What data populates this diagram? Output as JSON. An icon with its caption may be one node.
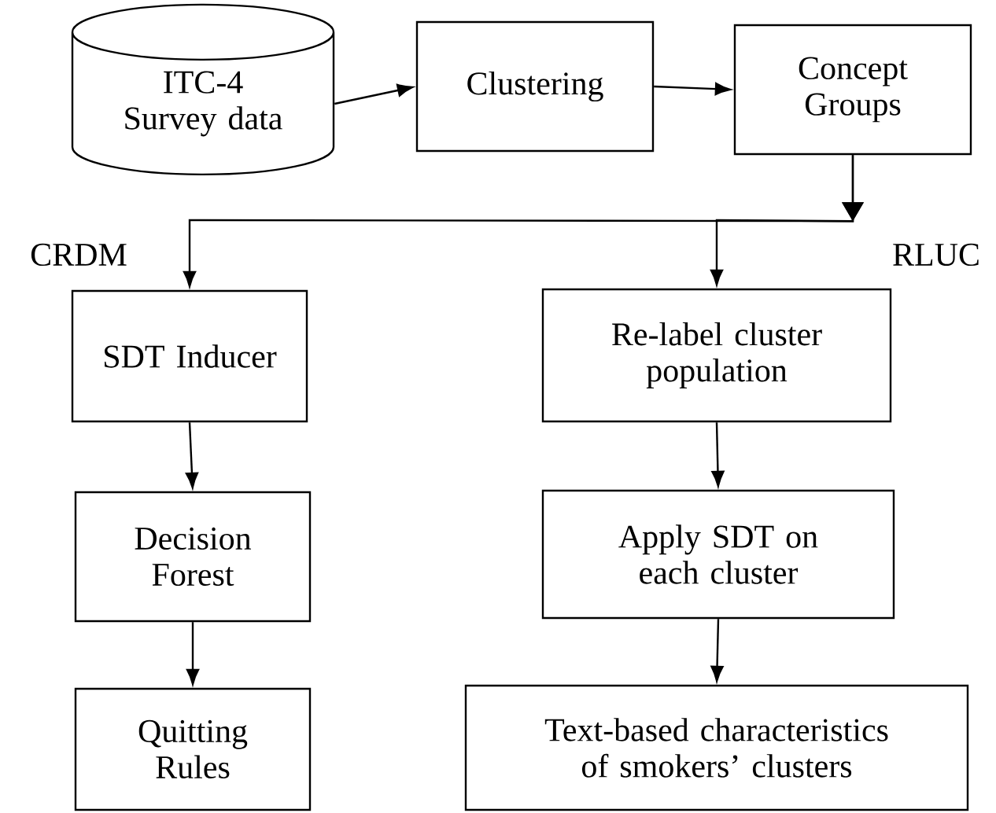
{
  "diagram": {
    "nodes": [
      {
        "text": [
          "ITC-4 Survey data"
        ]
      },
      {
        "text": [
          "Clustering"
        ]
      },
      {
        "text": [
          "Concept Groups"
        ]
      },
      {
        "text": [
          "SDT Inducer"
        ]
      },
      {
        "text": [
          "Re-label cluster population"
        ]
      },
      {
        "text": [
          "Decision Forest"
        ]
      },
      {
        "text": [
          "Apply SDT on each cluster"
        ]
      },
      {
        "text": [
          "Quitting Rules"
        ]
      },
      {
        "text": [
          "Text-based characteristics of smokers’ clusters"
        ]
      }
    ],
    "edges": [
      {
        "from": 0,
        "to": 1,
        "arrow": "to"
      },
      {
        "from": 1,
        "to": 2,
        "arrow": "to"
      },
      {
        "from": 2,
        "to": 3,
        "arrow": "to"
      },
      {
        "from": 2,
        "to": 4,
        "arrow": "to"
      },
      {
        "from": 3,
        "to": 5,
        "arrow": "to"
      },
      {
        "from": 4,
        "to": 6,
        "arrow": "to"
      },
      {
        "from": 5,
        "to": 7,
        "arrow": "to"
      },
      {
        "from": 6,
        "to": 8,
        "arrow": "to"
      }
    ],
    "labels": [
      "CRDM",
      "RLUC"
    ]
  }
}
